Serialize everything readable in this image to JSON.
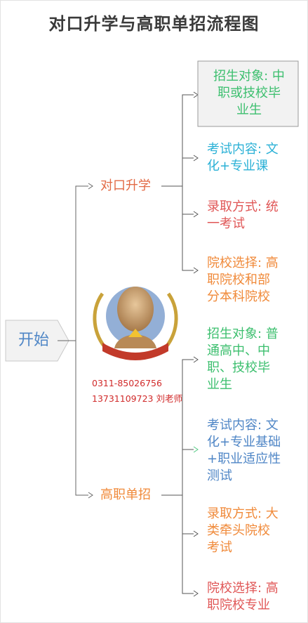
{
  "title": "对口升学与高职单招流程图",
  "root": {
    "label": "开始"
  },
  "branches": [
    {
      "label": "对口升学",
      "color": "#e26a45",
      "leaves": [
        {
          "text": "招生对象: 中职或技校毕业生",
          "lines": [
            "招生对象: 中",
            "职或技校毕",
            "业生"
          ],
          "color": "#3cbf6e"
        },
        {
          "text": "考试内容: 文化+专业课",
          "lines": [
            "考试内容: 文",
            "化+专业课"
          ],
          "color": "#2bb1d6"
        },
        {
          "text": "录取方式: 统一考试",
          "lines": [
            "录取方式: 统",
            "一考试"
          ],
          "color": "#e05656"
        },
        {
          "text": "院校选择: 高职院校和部分本科院校",
          "lines": [
            "院校选择: 高",
            "职院校和部",
            "分本科院校"
          ],
          "color": "#f08a3a"
        }
      ]
    },
    {
      "label": "高职单招",
      "color": "#f08a3a",
      "leaves": [
        {
          "text": "招生对象: 普通高中、中职、技校毕业生",
          "lines": [
            "招生对象: 普",
            "通高中、中",
            "职、技校毕",
            "业生"
          ],
          "color": "#3cbf6e"
        },
        {
          "text": "考试内容: 文化+专业基础+职业适应性测试",
          "lines": [
            "考试内容: 文",
            "化+专业基础",
            "+职业适应性",
            "测试"
          ],
          "color": "#4f86c6"
        },
        {
          "text": "录取方式: 大类牵头院校考试",
          "lines": [
            "录取方式: 大",
            "类牵头院校",
            "考试"
          ],
          "color": "#f08a3a"
        },
        {
          "text": "院校选择: 高职院校专业",
          "lines": [
            "院校选择: 高",
            "职院校专业"
          ],
          "color": "#e05656"
        }
      ]
    }
  ],
  "contact": {
    "phone1": "0311-85026756",
    "phone2": "13731109723 刘老师"
  },
  "colors": {
    "line": "#555555",
    "highlight_border": "#9a9a9a",
    "highlight_fill": "#f2f2f2"
  }
}
